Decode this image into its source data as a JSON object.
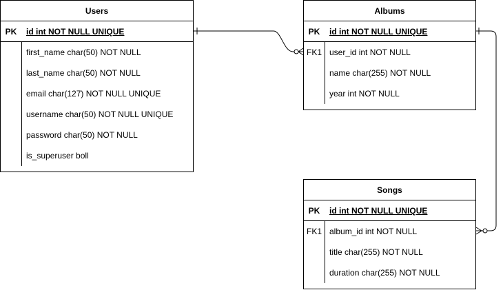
{
  "entities": {
    "users": {
      "title": "Users",
      "pk": {
        "key": "PK",
        "column": "id int NOT NULL UNIQUE"
      },
      "columns": [
        {
          "key": "",
          "column": "first_name char(50) NOT NULL"
        },
        {
          "key": "",
          "column": "last_name char(50) NOT NULL"
        },
        {
          "key": "",
          "column": "email char(127) NOT NULL UNIQUE"
        },
        {
          "key": "",
          "column": "username char(50) NOT NULL UNIQUE"
        },
        {
          "key": "",
          "column": "password char(50) NOT NULL"
        },
        {
          "key": "",
          "column": "is_superuser boll"
        }
      ]
    },
    "albums": {
      "title": "Albums",
      "pk": {
        "key": "PK",
        "column": "id int NOT NULL UNIQUE"
      },
      "columns": [
        {
          "key": "FK1",
          "column": "user_id int NOT NULL"
        },
        {
          "key": "",
          "column": "name char(255) NOT NULL"
        },
        {
          "key": "",
          "column": "year int NOT NULL"
        }
      ]
    },
    "songs": {
      "title": "Songs",
      "pk": {
        "key": "PK",
        "column": "id int NOT NULL UNIQUE"
      },
      "columns": [
        {
          "key": "FK1",
          "column": "album_id int NOT NULL"
        },
        {
          "key": "",
          "column": "title char(255) NOT NULL"
        },
        {
          "key": "",
          "column": "duration char(255) NOT NULL"
        }
      ]
    }
  },
  "relationships": [
    {
      "from": "users.id",
      "to": "albums.user_id",
      "from_end": "one",
      "to_end": "zero-or-many"
    },
    {
      "from": "albums.id",
      "to": "songs.album_id",
      "from_end": "one",
      "to_end": "zero-or-many"
    }
  ]
}
